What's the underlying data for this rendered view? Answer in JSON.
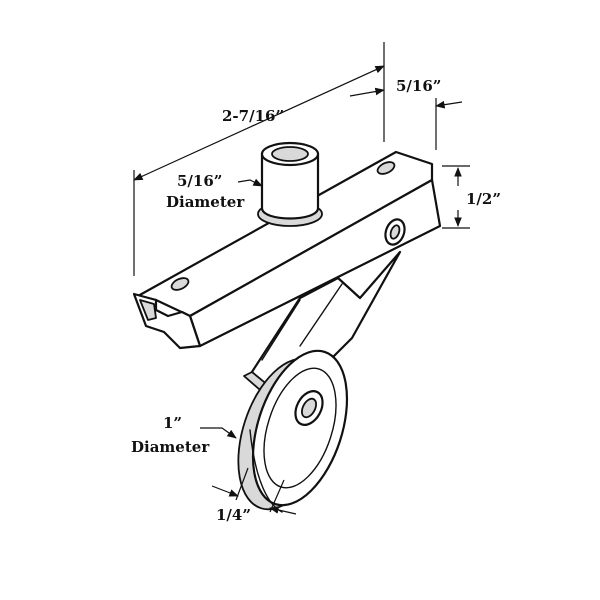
{
  "diagram": {
    "dimensions": {
      "length": "2-7/16”",
      "bracket_width": "5/16”",
      "stem_diameter_value": "5/16”",
      "stem_diameter_label": "Diameter",
      "bracket_height": "1/2”",
      "wheel_diameter_value": "1”",
      "wheel_diameter_label": "Diameter",
      "wheel_width": "1/4”"
    }
  }
}
